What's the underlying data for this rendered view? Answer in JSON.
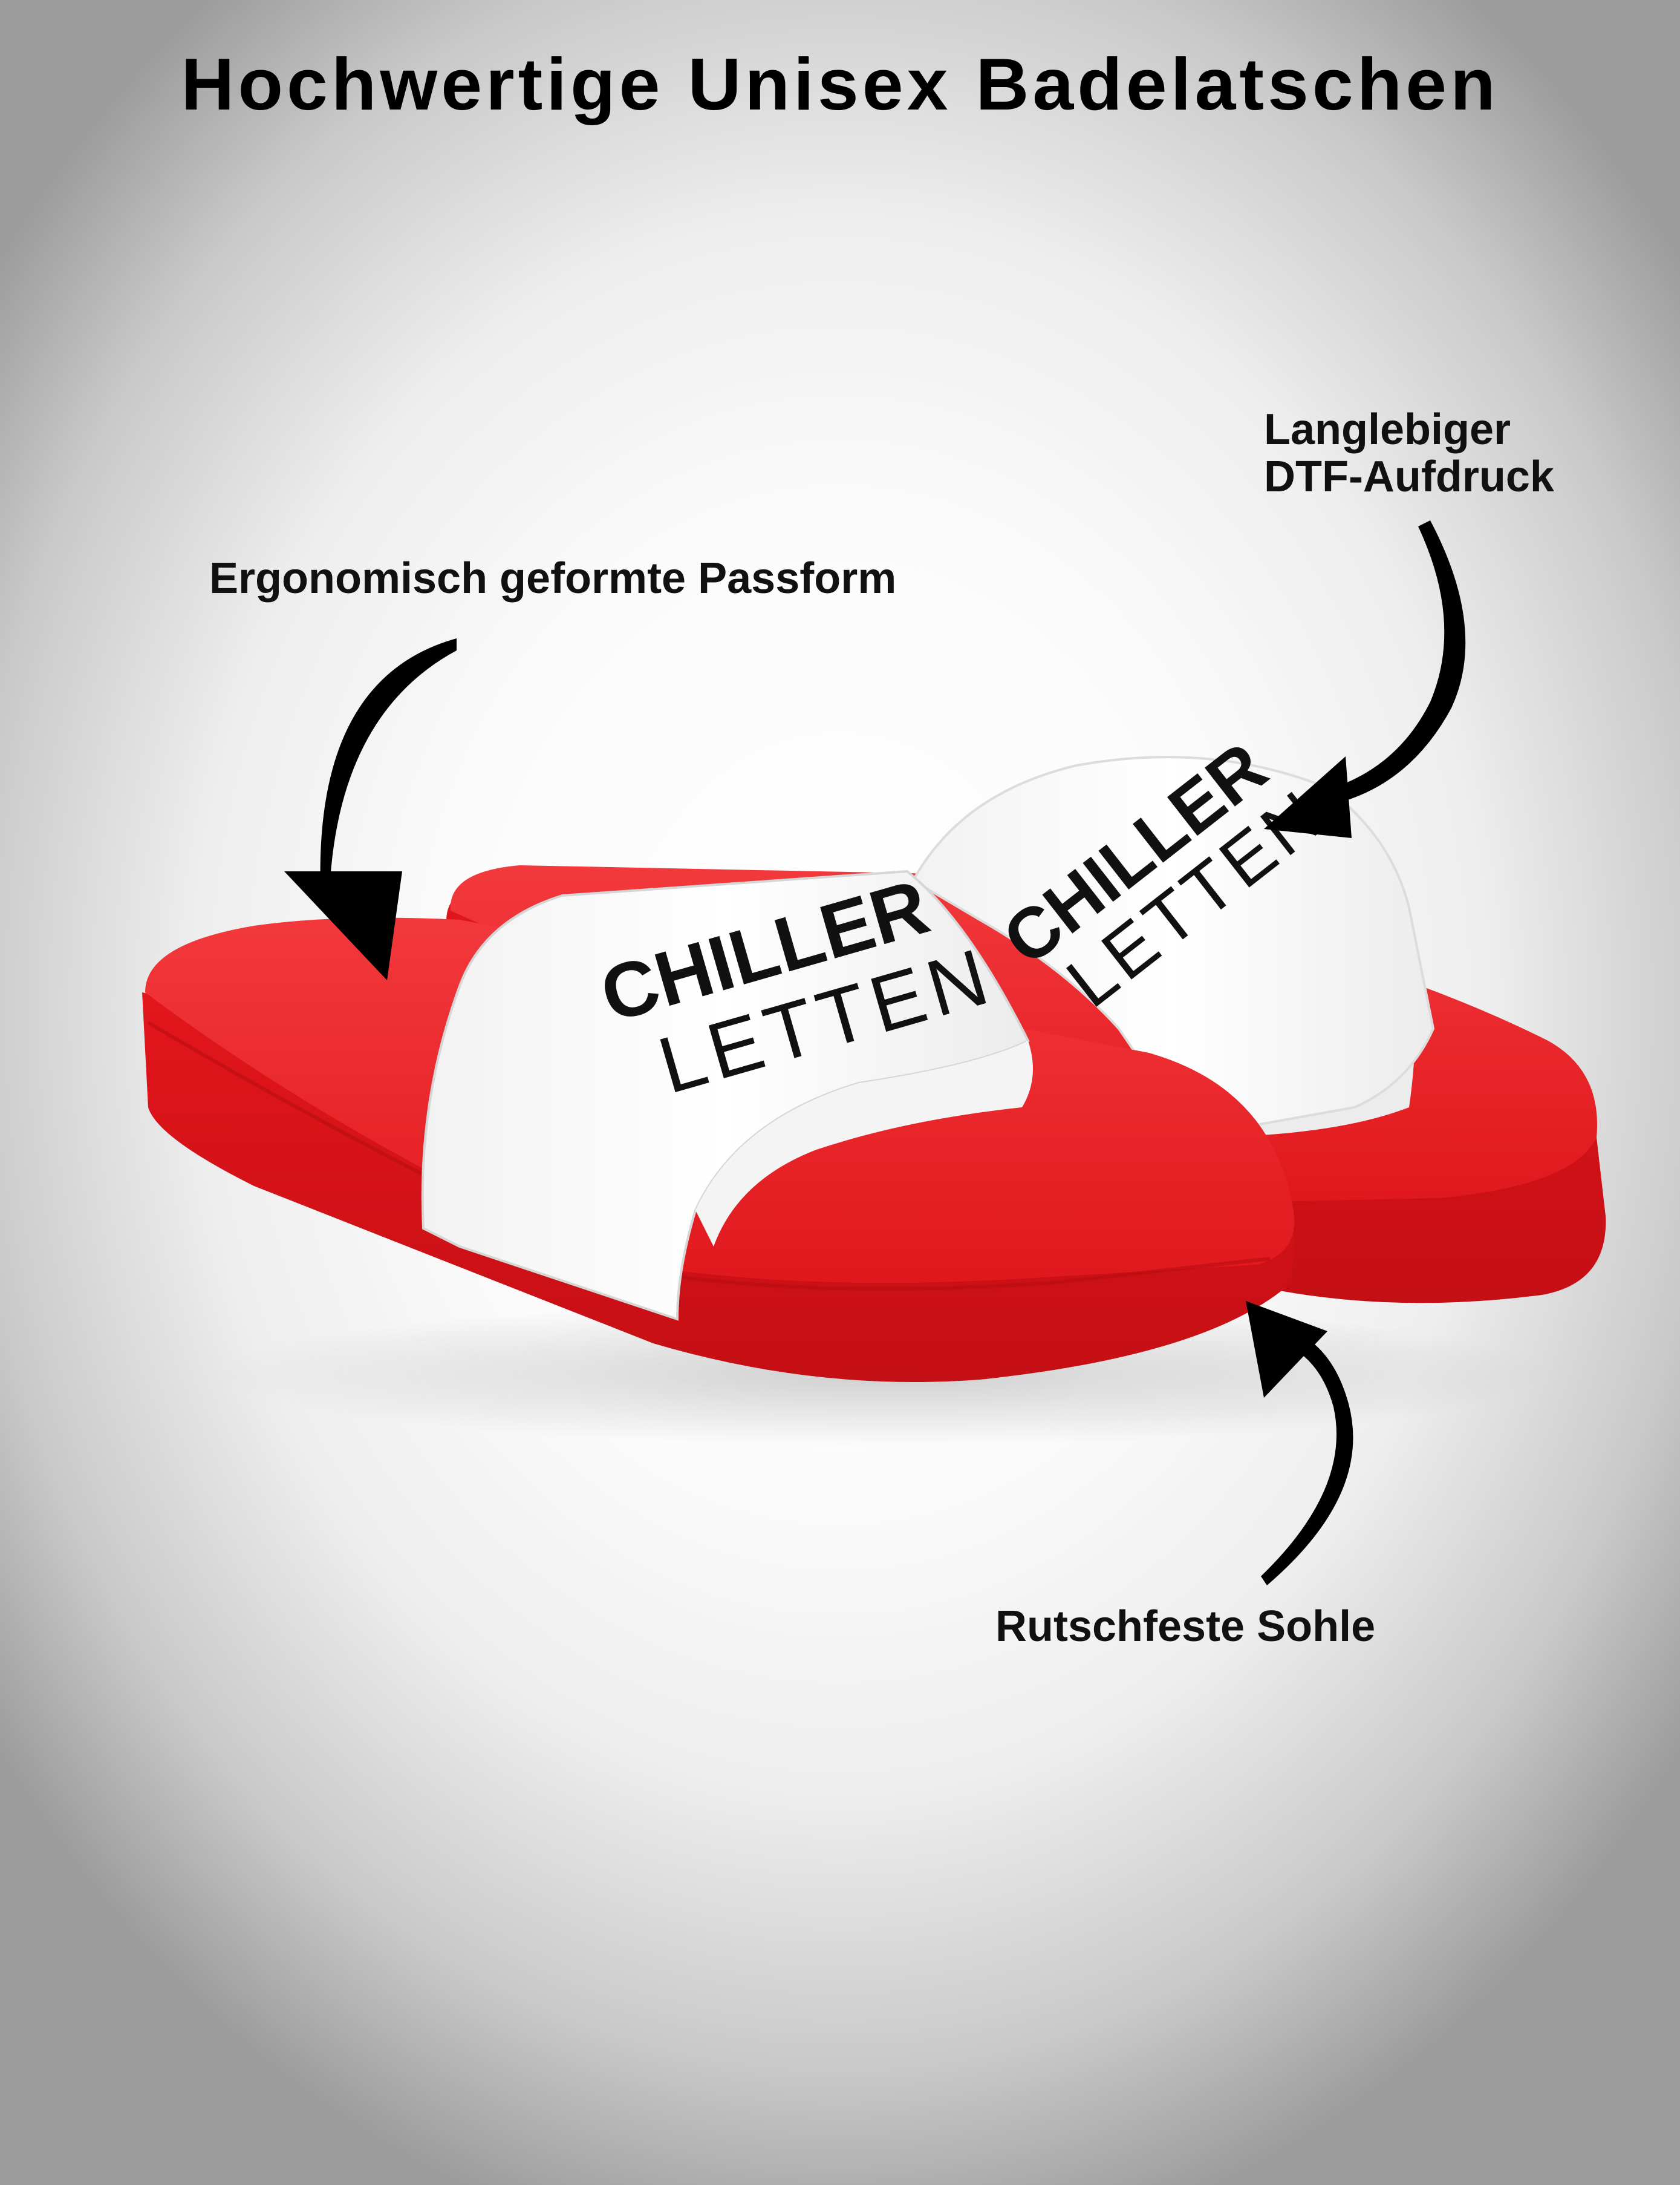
{
  "title": "Hochwertige Unisex Badelatschen",
  "callouts": {
    "fit": "Ergonomisch geformte Passform",
    "print_line1": "Langlebiger",
    "print_line2": "DTF-Aufdruck",
    "sole": "Rutschfeste Sohle"
  },
  "product": {
    "strap_print_line1": "CHILLER",
    "strap_print_line2": "LETTEN",
    "sole_color": "#ee2a2f",
    "strap_color": "#ffffff",
    "print_color": "#111111"
  }
}
